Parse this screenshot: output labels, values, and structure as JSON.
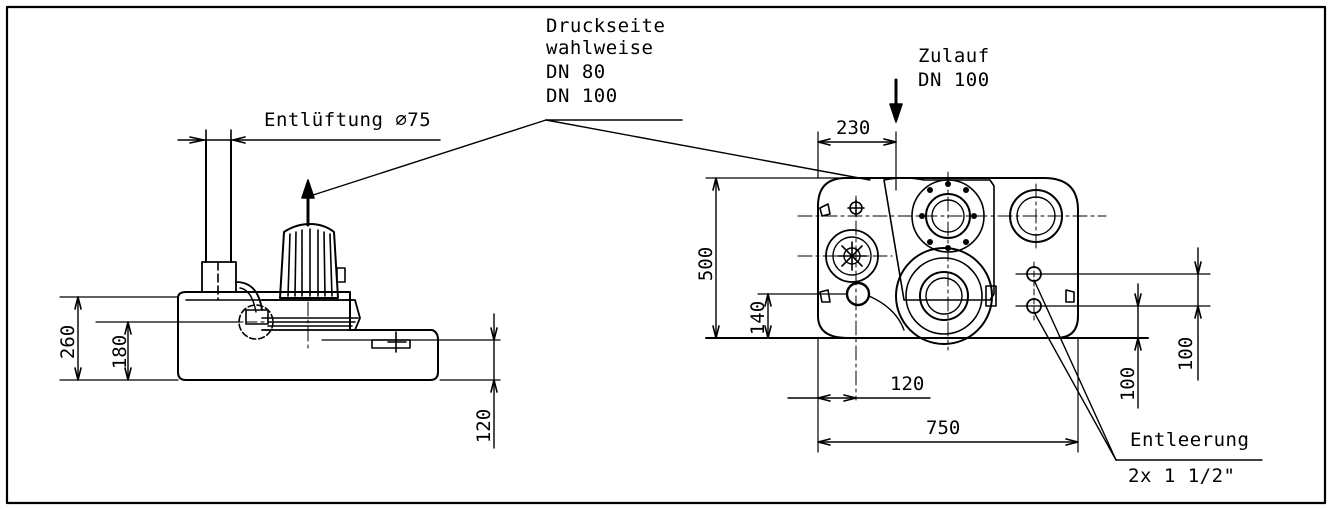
{
  "labels": {
    "druck_line1": "Druckseite",
    "druck_line2": "wahlweise",
    "druck_line3": "DN 80",
    "druck_line4": "DN 100",
    "zulauf_line1": "Zulauf",
    "zulauf_line2": "DN 100",
    "entlueftung": "Entlüftung ⌀75",
    "entleerung": "Entleerung",
    "entleerung_size": "2x 1 1/2\""
  },
  "dimensions": {
    "d260": "260",
    "d180": "180",
    "d120_side": "120",
    "d230": "230",
    "d500": "500",
    "d140": "140",
    "d120_plan": "120",
    "d750": "750",
    "d100_a": "100",
    "d100_b": "100"
  }
}
